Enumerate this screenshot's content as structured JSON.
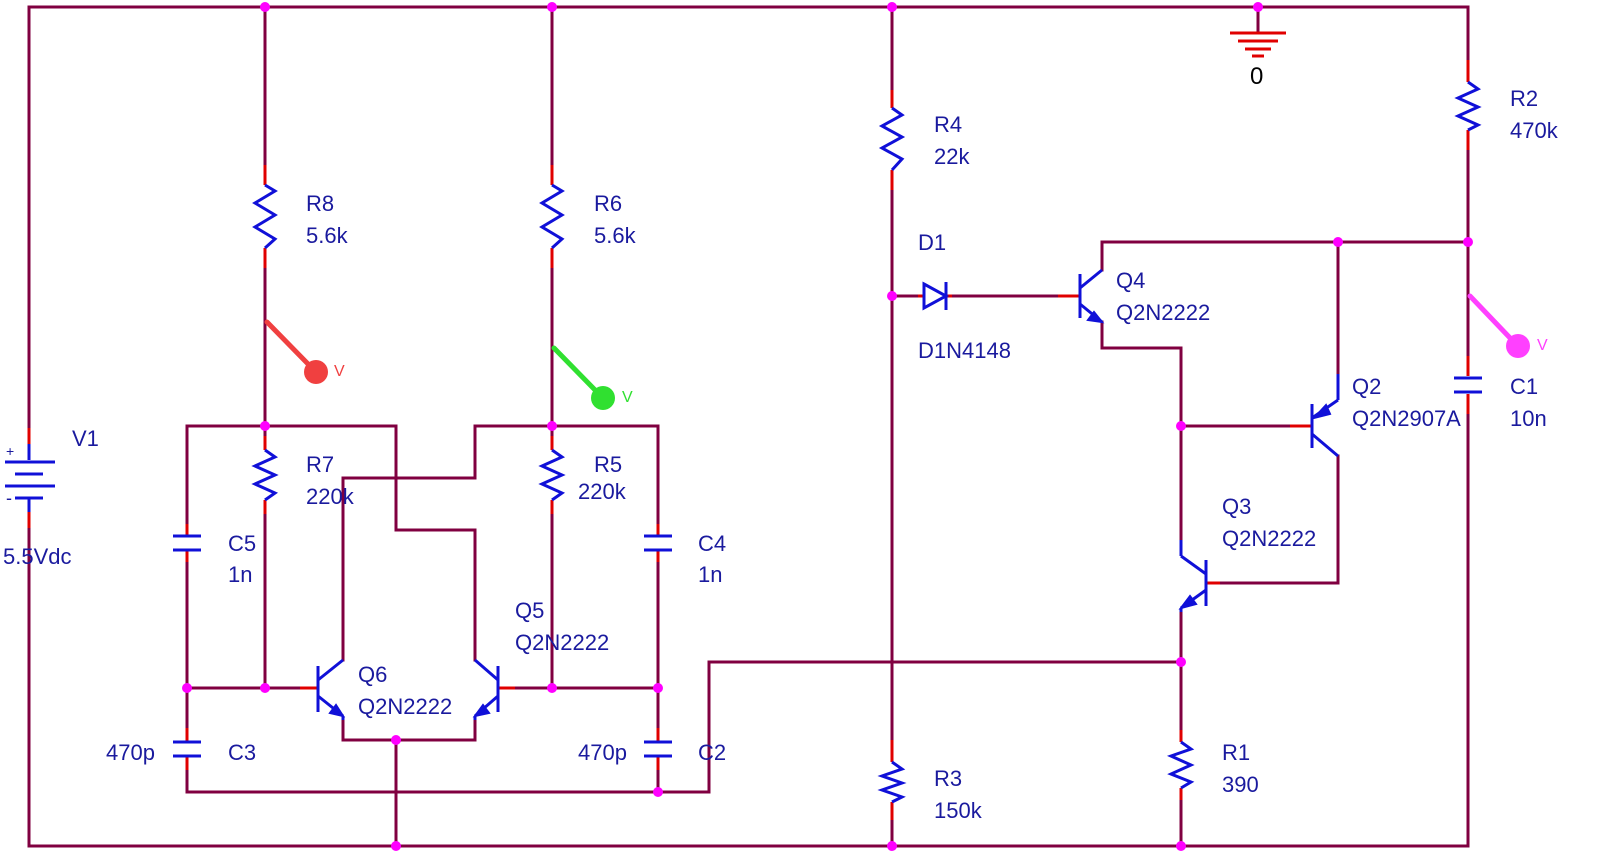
{
  "components": {
    "V1": {
      "ref": "V1",
      "value": "5.5Vdc",
      "plus": "+",
      "minus": "-"
    },
    "R1": {
      "ref": "R1",
      "value": "390"
    },
    "R2": {
      "ref": "R2",
      "value": "470k"
    },
    "R3": {
      "ref": "R3",
      "value": "150k"
    },
    "R4": {
      "ref": "R4",
      "value": "22k"
    },
    "R5": {
      "ref": "R5",
      "value": "220k"
    },
    "R6": {
      "ref": "R6",
      "value": "5.6k"
    },
    "R7": {
      "ref": "R7",
      "value": "220k"
    },
    "R8": {
      "ref": "R8",
      "value": "5.6k"
    },
    "C1": {
      "ref": "C1",
      "value": "10n"
    },
    "C2": {
      "ref": "C2",
      "value": "470p"
    },
    "C3": {
      "ref": "C3",
      "value": "470p"
    },
    "C4": {
      "ref": "C4",
      "value": "1n"
    },
    "C5": {
      "ref": "C5",
      "value": "1n"
    },
    "D1": {
      "ref": "D1",
      "value": "D1N4148"
    },
    "Q2": {
      "ref": "Q2",
      "value": "Q2N2907A"
    },
    "Q3": {
      "ref": "Q3",
      "value": "Q2N2222"
    },
    "Q4": {
      "ref": "Q4",
      "value": "Q2N2222"
    },
    "Q5": {
      "ref": "Q5",
      "value": "Q2N2222"
    },
    "Q6": {
      "ref": "Q6",
      "value": "Q2N2222"
    }
  },
  "ground": {
    "label": "0"
  },
  "probes": [
    {
      "label": "V",
      "color": "#f04040"
    },
    {
      "label": "V",
      "color": "#30e030"
    },
    {
      "label": "V",
      "color": "#ff40ff"
    }
  ],
  "colors": {
    "wire": "#800040",
    "symbol": "#1010d8",
    "pin": "#e00000",
    "junction": "#ff00ff",
    "label": "#1a1a9e"
  }
}
